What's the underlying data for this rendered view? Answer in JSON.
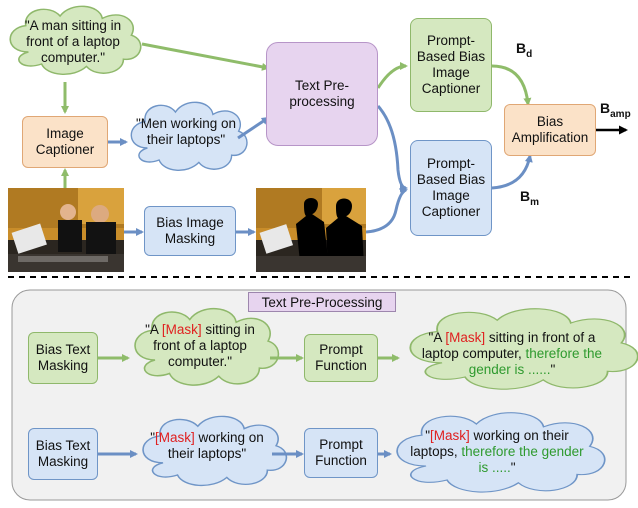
{
  "top": {
    "caption_gt": "\"A man sitting in front of a laptop computer.\"",
    "caption_generated": "\"Men working on their laptops\"",
    "image_captioner": "Image Captioner",
    "text_preprocessing": "Text Pre-processing",
    "bias_image_masking": "Bias Image Masking",
    "captioner_top": "Prompt-Based Bias Image Captioner",
    "captioner_bottom": "Prompt-Based Bias Image Captioner",
    "bias_amplification": "Bias Amplification",
    "label_bd": "B",
    "label_bd_sub": "d",
    "label_bm": "B",
    "label_bm_sub": "m",
    "label_bamp": "B",
    "label_bamp_sub": "amp"
  },
  "bottom": {
    "title": "Text Pre-Processing",
    "row1": {
      "masking": "Bias Text Masking",
      "masked_pre": "\"A ",
      "masked_token": "[Mask]",
      "masked_post": " sitting in front of a laptop computer.\"",
      "prompt_function": "Prompt Function",
      "out_pre": "\"A ",
      "out_token": "[Mask]",
      "out_mid": " sitting in front of a laptop computer, ",
      "out_prompt": "therefore the gender is ......",
      "out_end": "\""
    },
    "row2": {
      "masking": "Bias Text Masking",
      "masked_pre": "\"",
      "masked_token": "[Mask]",
      "masked_post": " working on their laptops\"",
      "prompt_function": "Prompt Function",
      "out_pre": "\"",
      "out_token": "[Mask]",
      "out_mid": " working on their laptops, ",
      "out_prompt": "therefore the gender is .....",
      "out_end": "\""
    }
  },
  "colors": {
    "green_arrow": "#8fbc6a",
    "blue_arrow": "#6b8fc4",
    "green_fill": "#d5e8c0",
    "blue_fill": "#d6e4f6"
  }
}
